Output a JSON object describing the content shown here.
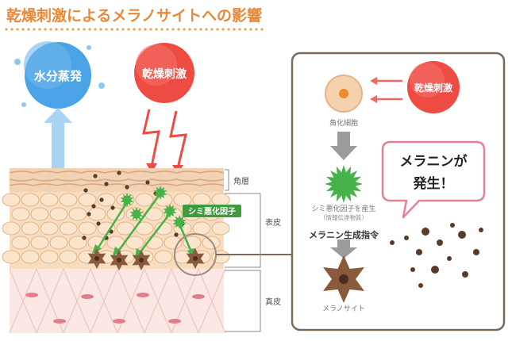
{
  "header": {
    "title": "乾燥刺激によるメラノサイトへの影響"
  },
  "left": {
    "water_loss": "水分蒸発",
    "dryness": "乾燥刺激",
    "layer_horny": "角層",
    "layer_epidermis": "表皮",
    "layer_dermis": "真皮",
    "factor_tag": "シミ悪化因子"
  },
  "right": {
    "dryness": "乾燥刺激",
    "keratinocyte": "角化細胞",
    "factor_produced": "シミ悪化因子を産生",
    "factor_note": "（情報伝達物質）",
    "melanin_command": "メラニン生成指令",
    "melanocyte": "メラノサイト",
    "bubble_line1": "メラニンが",
    "bubble_line2": "発生！"
  },
  "colors": {
    "title": "#e8893a",
    "water": "#4aa3e6",
    "dryness": "#ee4b43",
    "green": "#47b24a",
    "melanin": "#5a3b2a",
    "melanocyte": "#8a5a3c",
    "frame": "#7a6a5c",
    "bubble": "#e58096"
  }
}
